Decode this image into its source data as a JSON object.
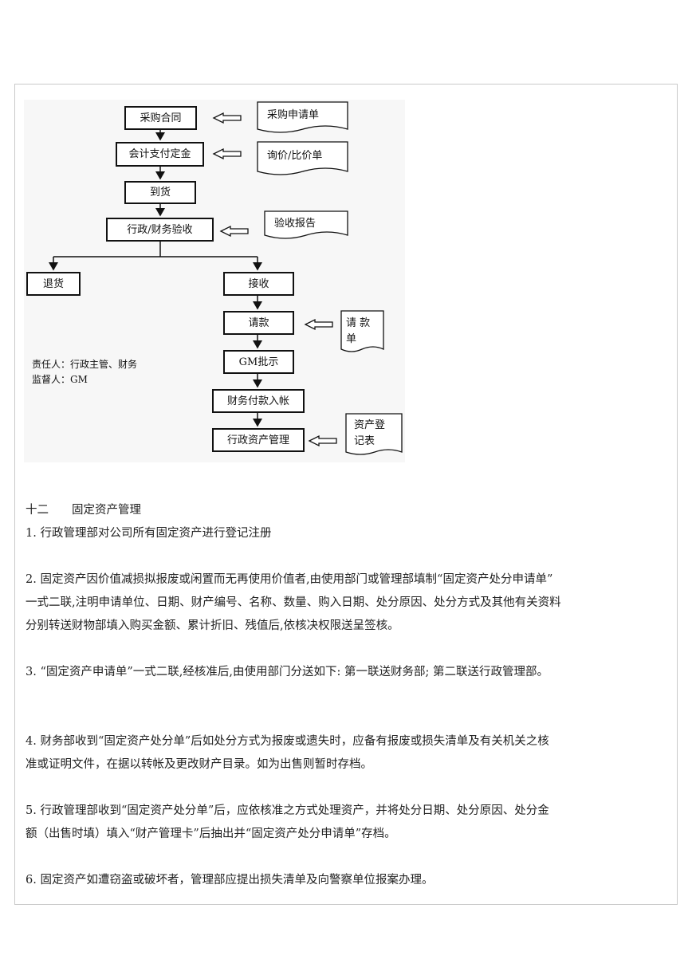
{
  "flowchart": {
    "steps": {
      "purchase_contract": "采购合同",
      "payment_deposit": "会计支付定金",
      "arrival": "到货",
      "inspection": "行政/财务验收",
      "return_goods": "退货",
      "receive": "接收",
      "payment_request": "请款",
      "gm_approval": "GM批示",
      "finance_entry": "财务付款入帐",
      "asset_management": "行政资产管理"
    },
    "docs": {
      "purchase_request": "采购申请单",
      "quotation": "询价/比价单",
      "inspection_report": "验收报告",
      "request_form_line1": "请 款",
      "request_form_line2": "单",
      "asset_register_line1": "资产登",
      "asset_register_line2": "记表"
    },
    "responsible": "责任人：行政主管、财务",
    "supervisor": "监督人：GM"
  },
  "section": {
    "heading": "十二　　固定资产管理",
    "p1": "1. 行政管理部对公司所有固定资产进行登记注册",
    "p2_line1": "2. 固定资产因价值减损拟报废或闲置而无再使用价值者,由使用部门或管理部填制“固定资产处分申请单”",
    "p2_line2": "一式二联,注明申请单位、日期、财产编号、名称、数量、购入日期、处分原因、处分方式及其他有关资料",
    "p2_line3": "分别转送财物部填入购买金额、累计折旧、残值后,依核决权限送呈签核。",
    "p3": "3. “固定资产申请单”一式二联,经核准后,由使用部门分送如下: 第一联送财务部; 第二联送行政管理部。",
    "p4_line1": "4. 财务部收到“固定资产处分单”后如处分方式为报废或遗失时，应备有报废或损失清单及有关机关之核",
    "p4_line2": "准或证明文件，在据以转帐及更改财产目录。如为出售则暂时存档。",
    "p5_line1": "5. 行政管理部收到“固定资产处分单”后，应依核准之方式处理资产，并将处分日期、处分原因、处分金",
    "p5_line2": "额（出售时填）填入“财产管理卡”后抽出并“固定资产处分申请单”存档。",
    "p6": "6. 固定资产如遭窃盗或破坏者，管理部应提出损失清单及向警察单位报案办理。"
  }
}
